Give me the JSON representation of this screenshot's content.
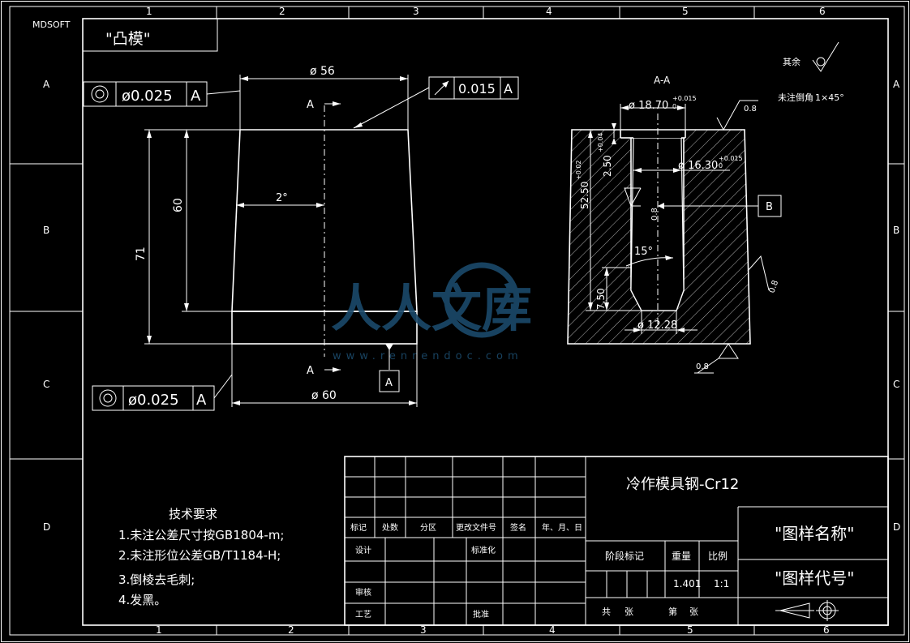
{
  "frame": {
    "corner_label": "MDSOFT",
    "top_zones": [
      "1",
      "2",
      "3",
      "4",
      "5",
      "6"
    ],
    "bottom_zones": [
      "1",
      "2",
      "3",
      "4",
      "5",
      "6"
    ],
    "side_zones": [
      "A",
      "B",
      "C",
      "D"
    ]
  },
  "drawing_title": "\"凸模\"",
  "left_view": {
    "dim_top_diameter": "ø 56",
    "dim_bottom_diameter": "ø 60",
    "dim_height_60": "60",
    "dim_height_71": "71",
    "dim_angle": "2°",
    "section_mark_top": "A",
    "section_mark_bottom": "A",
    "datum_label": "A",
    "tolerance_top": {
      "symbol": "concentricity",
      "value": "ø0.025",
      "datum": "A"
    },
    "tolerance_bottom": {
      "symbol": "concentricity",
      "value": "ø0.025",
      "datum": "A"
    },
    "tolerance_runout": {
      "symbol": "runout",
      "value": "0.015",
      "datum": "A"
    }
  },
  "section_view": {
    "title": "A-A",
    "dim_bore_top": "ø 18.70",
    "dim_bore_top_tol": "+0.015",
    "dim_bore_top_tol2": "0",
    "dim_bore_mid": "ø 16.30",
    "dim_bore_mid_tol": "+0.015",
    "dim_bore_mid_tol2": "0",
    "dim_bore_bottom": "ø 12.28",
    "dim_depth_total": "52.50",
    "dim_depth_total_tol": "+0.02",
    "dim_depth_top": "2.50",
    "dim_depth_top_tol": "+0.04",
    "dim_depth_bottom": "7.50",
    "dim_angle": "15°",
    "roughness_top": "0.8",
    "roughness_inner": "0.8",
    "roughness_side": "0.8",
    "roughness_bottom": "0.8",
    "datum_label": "B"
  },
  "notes_top_right": {
    "rest_label": "其余",
    "chamfer_label": "未注倒角",
    "chamfer_value": "1×45°"
  },
  "tech_requirements": {
    "title": "技术要求",
    "lines": [
      "1.未注公差尺寸按GB1804-m;",
      "2.未注形位公差GB/T1184-H;",
      "3.倒棱去毛刺;",
      "4.发黑。"
    ]
  },
  "title_block": {
    "material": "冷作模具钢-Cr12",
    "part_name": "\"图样名称\"",
    "part_code": "\"图样代号\"",
    "row_labels": {
      "mark": "标记",
      "count": "处数",
      "zone": "分区",
      "doc_no": "更改文件号",
      "sign": "签名",
      "date": "年、月、日",
      "design": "设计",
      "standard": "标准化",
      "review": "审核",
      "process": "工艺",
      "approve": "批准",
      "stage_mark": "阶段标记",
      "weight": "重量",
      "scale": "比例",
      "total_prefix": "共",
      "total_suffix": "张",
      "sheet_prefix": "第",
      "sheet_suffix": "张"
    },
    "weight_value": "1.401",
    "scale_value": "1:1"
  },
  "watermark": {
    "text": "人人文库",
    "url": "www.renrendoc.com",
    "color": "#1b4a6b"
  },
  "colors": {
    "background": "#000000",
    "line": "#ffffff"
  }
}
